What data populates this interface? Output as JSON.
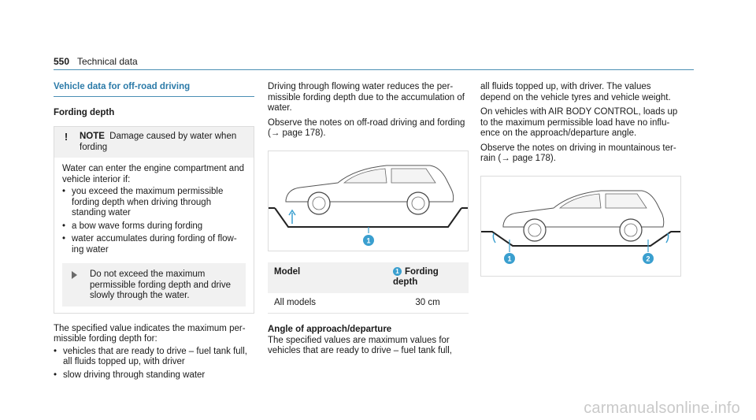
{
  "header": {
    "page_number": "550",
    "chapter": "Technical data",
    "rule_color": "#4a8fb4"
  },
  "col1": {
    "section_title": "Vehicle data for off-road driving",
    "fording_title": "Fording depth",
    "note": {
      "icon": "warning-exclamation-icon",
      "label": "NOTE",
      "text": "Damage caused by water when fording",
      "intro": "Water can enter the engine compartment and vehicle interior if:",
      "bullets": [
        "you exceed the maximum permissible fording depth when driving through standing water",
        "a bow wave forms during fording",
        "water accumulates during fording of flow­ing water"
      ],
      "action": "Do not exceed the maximum permissi­ble fording depth and drive slowly through the water."
    },
    "specified_text": "The specified value indicates the maximum per­missible fording depth for:",
    "bullets": [
      "vehicles that are ready to drive – fuel tank full, all fluids topped up, with driver",
      "slow driving through standing water"
    ]
  },
  "col2": {
    "p1": "Driving through flowing water reduces the per­missible fording depth due to the accumulation of water.",
    "p2": "Observe the notes on off-road driving and ford­ing (→ page 178).",
    "figure1": {
      "callout": "1"
    },
    "table": {
      "col_model": "Model",
      "col_callout": "1",
      "col_depth": "Fording depth",
      "rows": [
        {
          "model": "All models",
          "depth": "30 cm"
        }
      ]
    },
    "angle_title": "Angle of approach/departure",
    "angle_text": "The specified values are maximum values for vehicles that are ready to drive – fuel tank full,"
  },
  "col3": {
    "p1": "all fluids topped up, with driver. The values depend on the vehicle tyres and vehicle weight.",
    "p2": "On vehicles with AIR BODY CONTROL, loads up to the maximum permissible load have no influ­ence on the approach/departure angle.",
    "p3": "Observe the notes on driving in mountainous ter­rain (→ page 178).",
    "figure2": {
      "callout1": "1",
      "callout2": "2"
    }
  },
  "watermark": "carmanualsonline.info",
  "colors": {
    "accent": "#2b7aa8",
    "callout": "#3a9fcf",
    "panel": "#f1f1f1"
  }
}
